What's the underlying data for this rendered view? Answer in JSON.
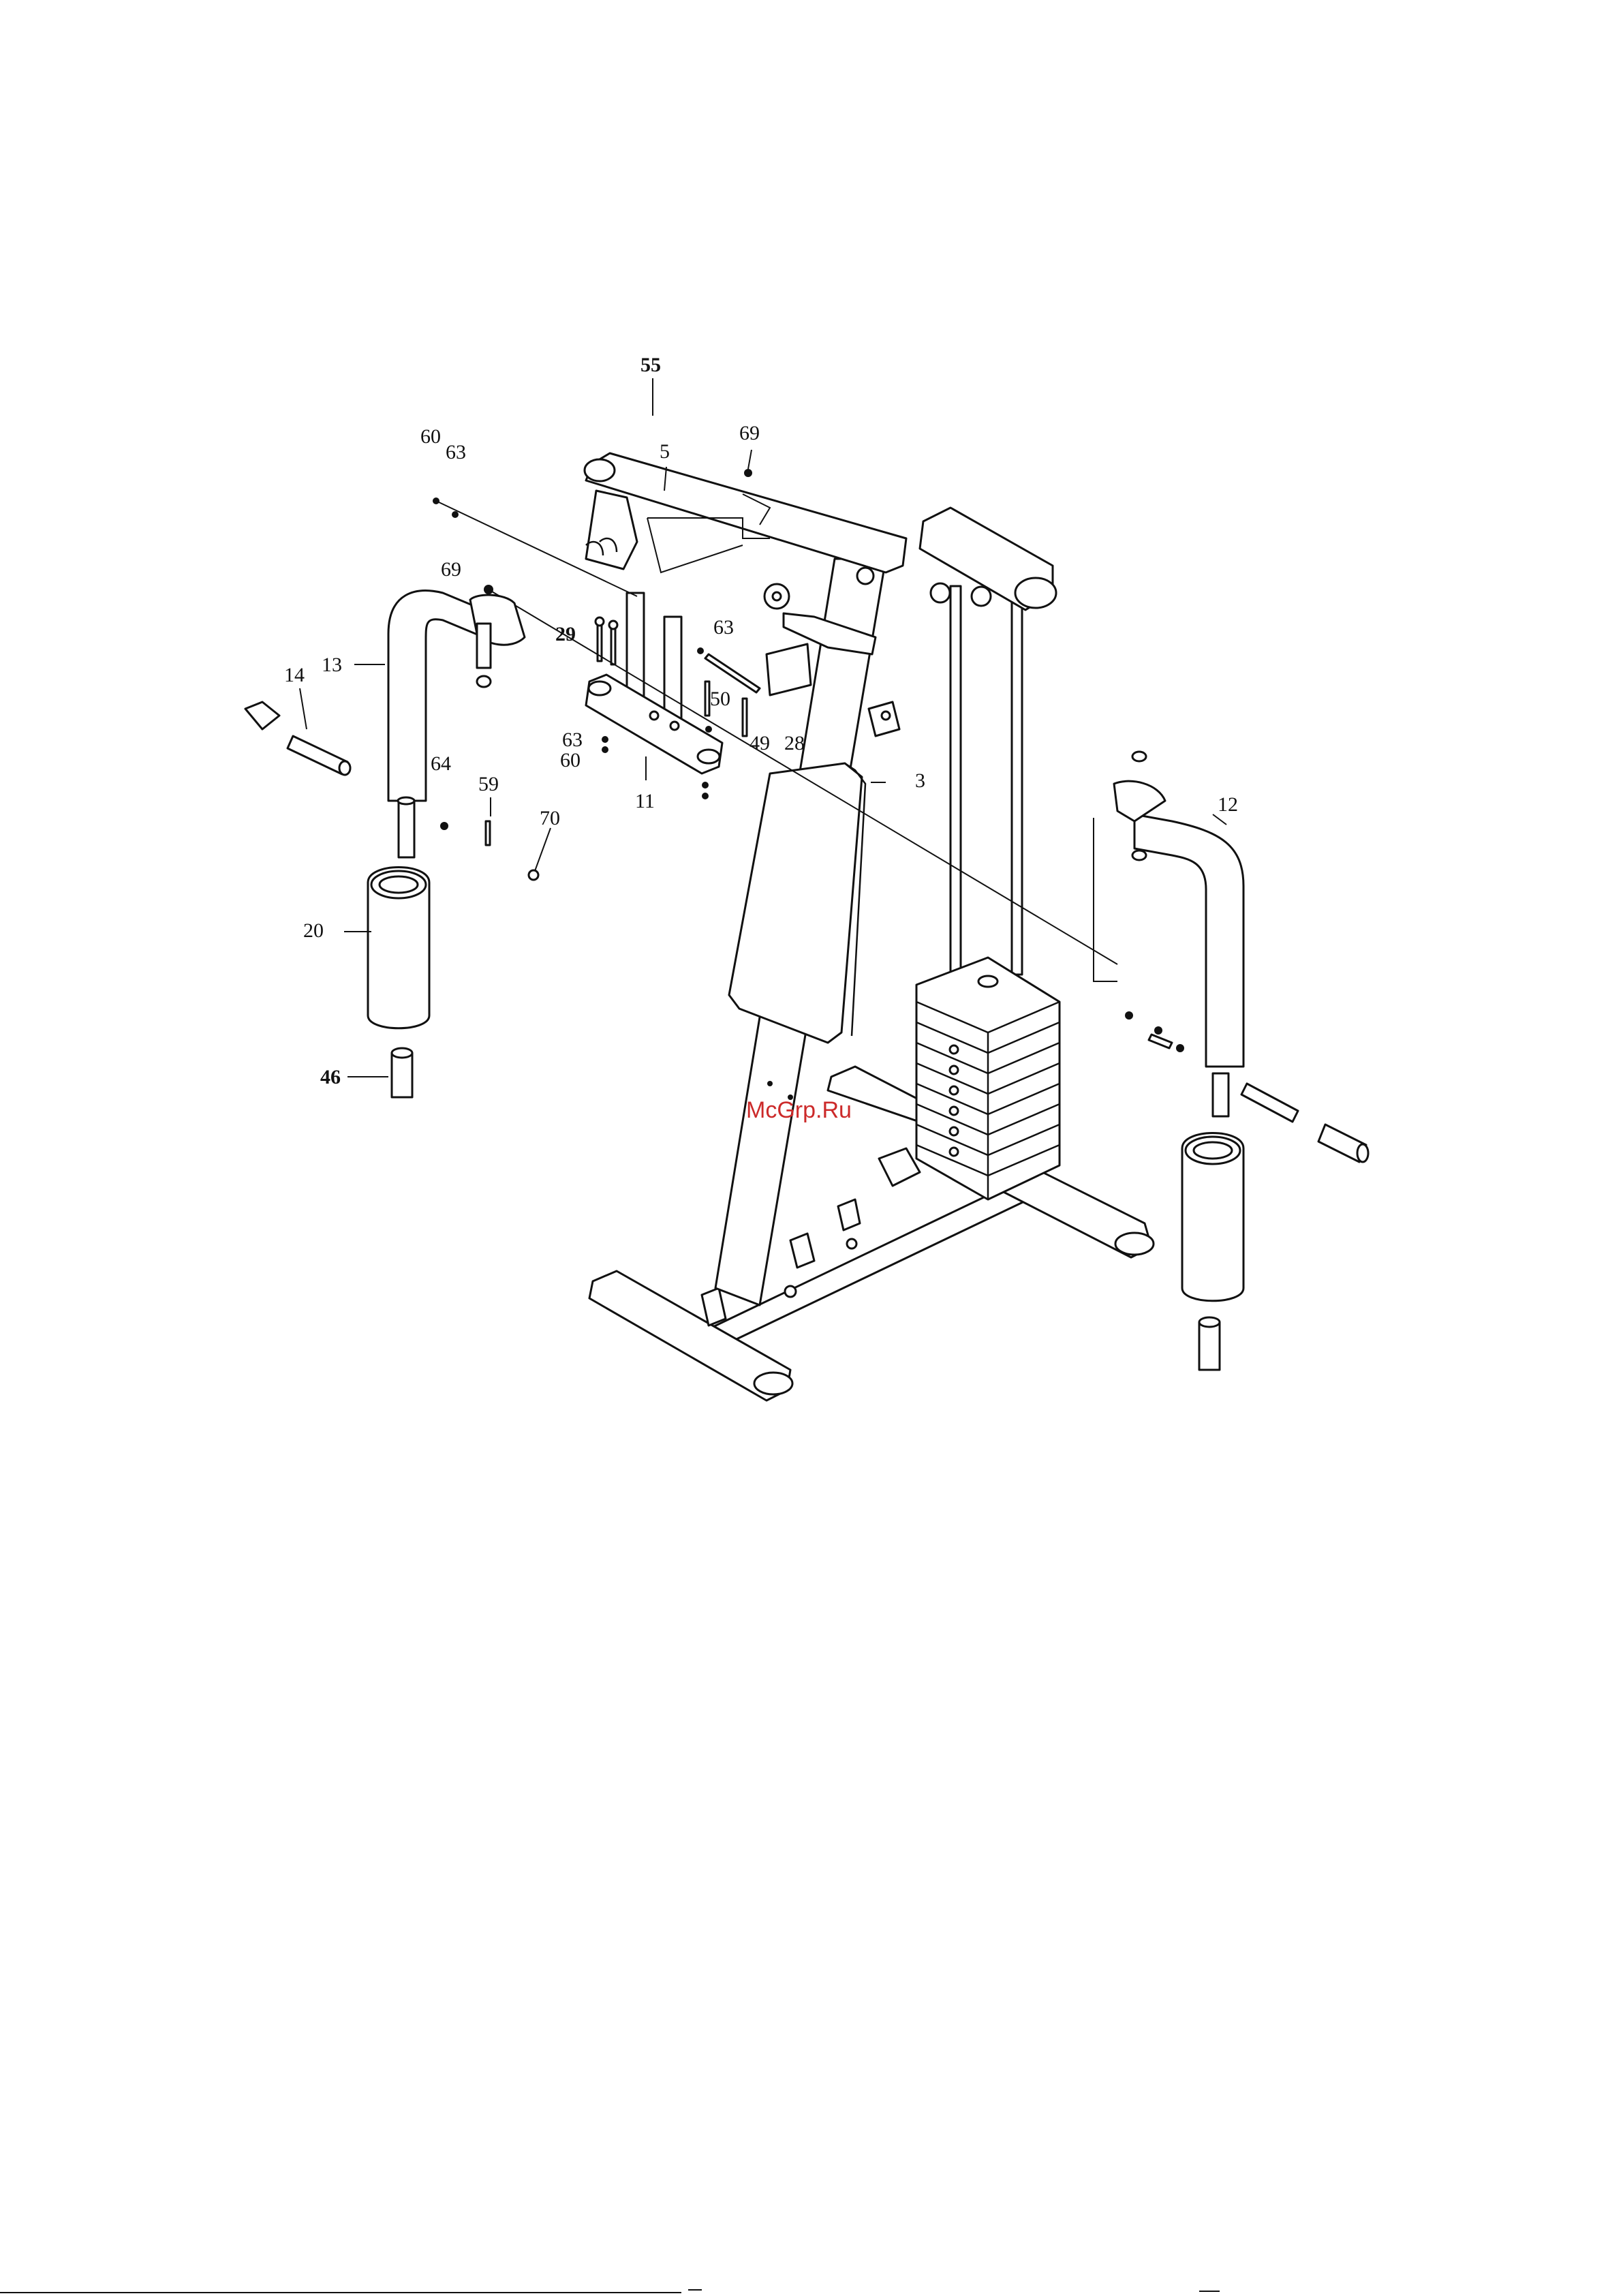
{
  "watermark": "McGrp.Ru",
  "callouts": [
    {
      "id": "55",
      "text": "55"
    },
    {
      "id": "60a",
      "text": "60"
    },
    {
      "id": "63a",
      "text": "63"
    },
    {
      "id": "5",
      "text": "5"
    },
    {
      "id": "69a",
      "text": "69"
    },
    {
      "id": "69b",
      "text": "69"
    },
    {
      "id": "13",
      "text": "13"
    },
    {
      "id": "14",
      "text": "14"
    },
    {
      "id": "29",
      "text": "29"
    },
    {
      "id": "63b",
      "text": "63"
    },
    {
      "id": "50",
      "text": "50"
    },
    {
      "id": "49",
      "text": "49"
    },
    {
      "id": "28",
      "text": "28"
    },
    {
      "id": "63c",
      "text": "63"
    },
    {
      "id": "60b",
      "text": "60"
    },
    {
      "id": "11",
      "text": "11"
    },
    {
      "id": "64",
      "text": "64"
    },
    {
      "id": "59",
      "text": "59"
    },
    {
      "id": "70",
      "text": "70"
    },
    {
      "id": "3",
      "text": "3"
    },
    {
      "id": "12",
      "text": "12"
    },
    {
      "id": "20",
      "text": "20"
    },
    {
      "id": "46",
      "text": "46"
    }
  ],
  "colors": {
    "line": "#111111",
    "watermark": "#cc2a2a",
    "background": "#ffffff"
  }
}
